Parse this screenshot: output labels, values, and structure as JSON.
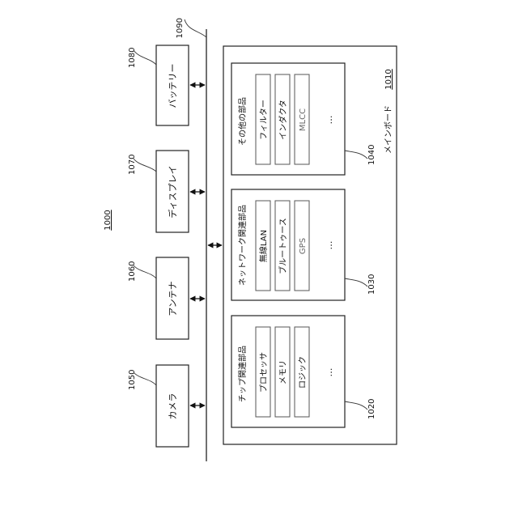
{
  "system": {
    "ref": "1000"
  },
  "bus": {
    "ref": "1090"
  },
  "devices": [
    {
      "ref": "1080",
      "label": "バッテリー"
    },
    {
      "ref": "1070",
      "label": "ディスプレイ"
    },
    {
      "ref": "1060",
      "label": "アンテナ"
    },
    {
      "ref": "1050",
      "label": "カメラ"
    }
  ],
  "mainboard": {
    "ref": "1010",
    "label": "メインボード",
    "groups": [
      {
        "ref": "1040",
        "label": "その他の部品",
        "items": [
          "フィルター",
          "インダクタ",
          "MLCC"
        ],
        "more": "…"
      },
      {
        "ref": "1030",
        "label": "ネットワーク関連部品",
        "items": [
          "無線LAN",
          "ブルートゥース",
          "GPS"
        ],
        "more": "…"
      },
      {
        "ref": "1020",
        "label": "チップ関連部品",
        "items": [
          "プロセッサ",
          "メモリ",
          "ロジック"
        ],
        "more": "…"
      }
    ]
  }
}
